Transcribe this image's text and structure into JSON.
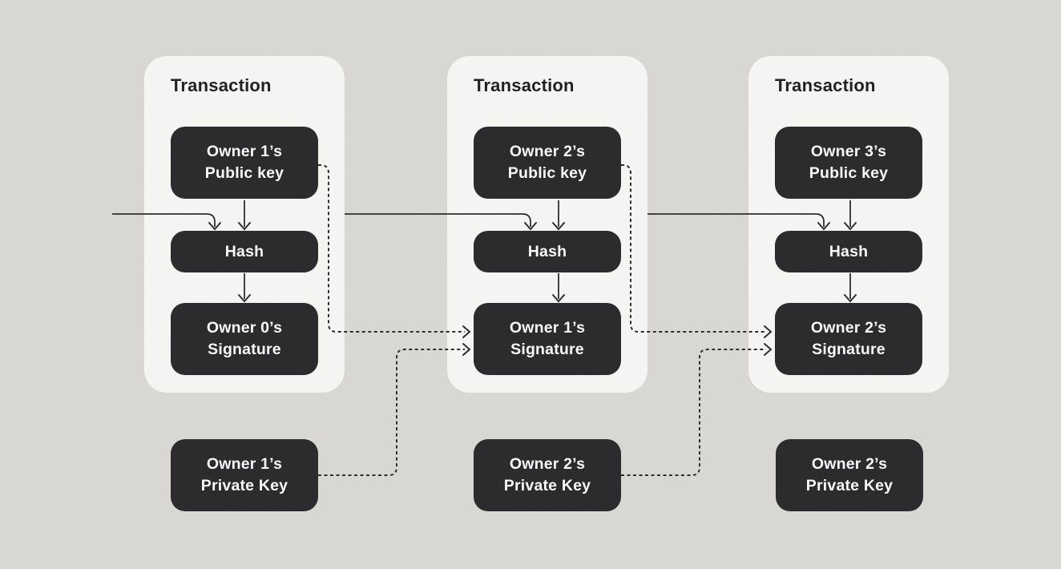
{
  "colors": {
    "page_bg": "#d9d8d5",
    "card_bg": "#f6f6f4",
    "box_bg": "#29292b",
    "box_text": "#fafafa",
    "title_text": "#1e1e1e",
    "line": "#2b2b2b"
  },
  "transactions": [
    {
      "title": "Transaction",
      "public_key": [
        "Owner 1’s",
        "Public key"
      ],
      "hash": "Hash",
      "signature": [
        "Owner 0’s",
        "Signature"
      ]
    },
    {
      "title": "Transaction",
      "public_key": [
        "Owner 2’s",
        "Public key"
      ],
      "hash": "Hash",
      "signature": [
        "Owner 1’s",
        "Signature"
      ]
    },
    {
      "title": "Transaction",
      "public_key": [
        "Owner 3’s",
        "Public key"
      ],
      "hash": "Hash",
      "signature": [
        "Owner 2’s",
        "Signature"
      ]
    }
  ],
  "private_keys": [
    {
      "label": [
        "Owner 1’s",
        "Private Key"
      ]
    },
    {
      "label": [
        "Owner 2’s",
        "Private Key"
      ]
    },
    {
      "label": [
        "Owner 2’s",
        "Private Key"
      ]
    }
  ]
}
